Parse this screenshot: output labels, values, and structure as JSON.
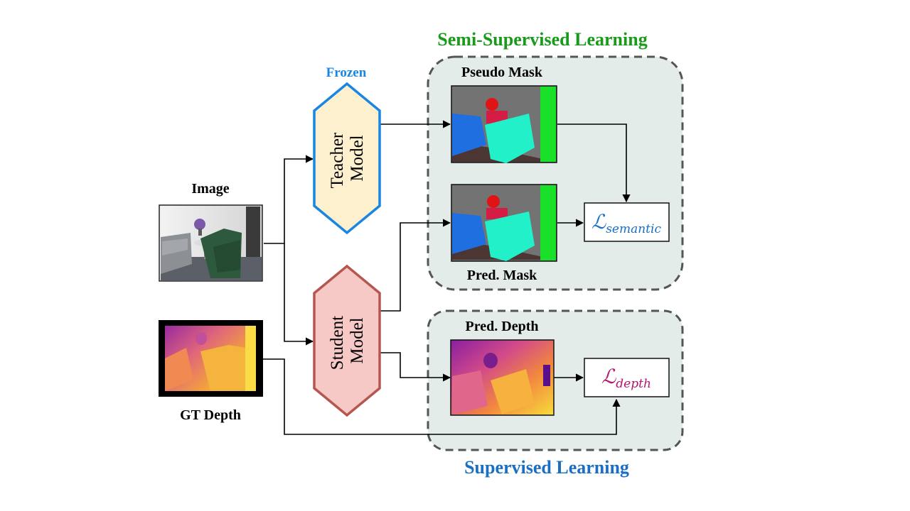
{
  "titles": {
    "semi_supervised": "Semi-Supervised Learning",
    "supervised": "Supervised Learning",
    "frozen": "Frozen"
  },
  "inputs": {
    "image_label": "Image",
    "gt_depth_label": "GT Depth"
  },
  "models": {
    "teacher": [
      "Teacher",
      "Model"
    ],
    "student": [
      "Student",
      "Model"
    ]
  },
  "outputs": {
    "pseudo_mask": "Pseudo Mask",
    "pred_mask": "Pred. Mask",
    "pred_depth": "Pred. Depth"
  },
  "losses": {
    "semantic": {
      "symbol": "ℒ",
      "subscript": "semantic"
    },
    "depth": {
      "symbol": "ℒ",
      "subscript": "depth"
    }
  },
  "colors": {
    "semi_title": "#1a9a1a",
    "sup_title": "#1a6fc4",
    "frozen": "#1a86e0",
    "teacher_fill": "#fdf0cf",
    "teacher_stroke": "#1a86e0",
    "student_fill": "#f6c9c6",
    "student_stroke": "#b55651",
    "panel_fill": "#e3ece8",
    "loss_semantic": "#1a6fc4",
    "loss_depth": "#b3166c"
  }
}
